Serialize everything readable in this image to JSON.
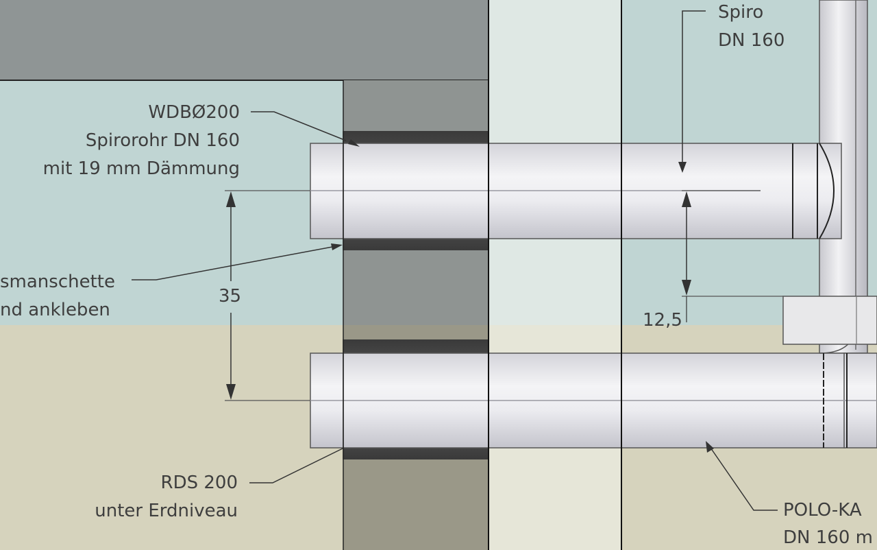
{
  "colors": {
    "sky": "#c0d5d3",
    "ground": "#d6d3bd",
    "wall_top": "#8f9595",
    "wall_strip": "#8f9492",
    "sleeve": "#4a4a4a",
    "panel": "#dfe8e4",
    "pipe": "#ececf0",
    "line": "#3a3a3a",
    "text": "#3e3e3e"
  },
  "labels": {
    "wdb": "WDBØ200",
    "spirorohr": "Spirorohr DN 160",
    "daemmung": "mit 19 mm Dämmung",
    "manschette": "smanschette",
    "ankleben": "nd ankleben",
    "rds": "RDS 200",
    "erdniveau": "unter Erdniveau",
    "spiro": "Spiro",
    "dn160": "DN 160",
    "polo": "POLO-KA",
    "dn160_m": "DN 160 m"
  },
  "dimensions": {
    "vertical_left": "35",
    "vertical_right": "12,5"
  }
}
